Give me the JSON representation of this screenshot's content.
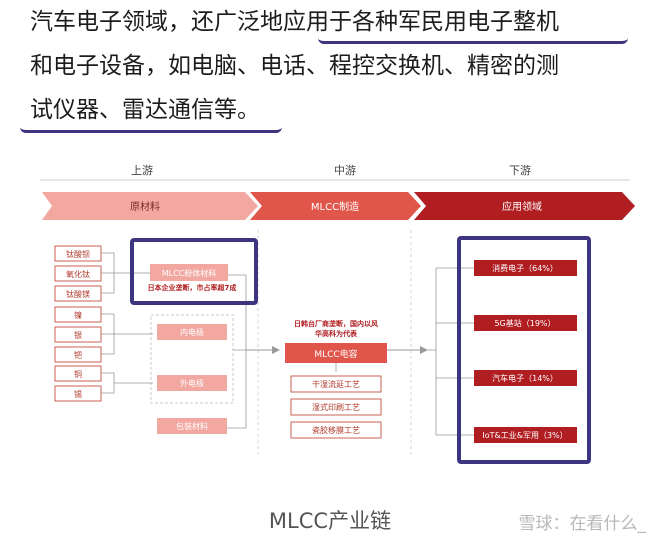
{
  "paragraph": {
    "lines": [
      "汽车电子领域，还广泛地应用于各种军民用电子整机",
      "和电子设备，如电脑、电话、程控交换机、精密的测",
      "试仪器、雷达通信等。"
    ]
  },
  "diagram": {
    "headers": {
      "upstream": "上游",
      "midstream": "中游",
      "downstream": "下游"
    },
    "stages": {
      "raw": "原材料",
      "mfg": "MLCC制造",
      "app": "应用领域"
    },
    "raw_materials": [
      "钛酸钡",
      "氧化钛",
      "钛酸镁",
      "镍",
      "银",
      "钯",
      "铜",
      "锡"
    ],
    "components": {
      "powder": "MLCC粉体材料",
      "powder_note": "日本企业垄断，市占率超7成",
      "inner": "内电极",
      "outer": "外电极",
      "pack": "包装材料"
    },
    "mid": {
      "note": "日韩台厂商垄断，国内以风华高科为代表",
      "core": "MLCC电容",
      "processes": [
        "干湿流延工艺",
        "湿式印刷工艺",
        "瓷胶移膜工艺"
      ]
    },
    "apps": [
      "消费电子（64%）",
      "5G基站（19%）",
      "汽车电子（14%）",
      "IoT&工业&军用（3%）"
    ]
  },
  "caption": "MLCC产业链",
  "watermark": "雪球：在看什么_",
  "colors": {
    "accent": "#c0392b",
    "highlight": "#3d3580",
    "stage1": "#f2a8a0",
    "stage2": "#e0564a",
    "stage3": "#b01e22"
  }
}
